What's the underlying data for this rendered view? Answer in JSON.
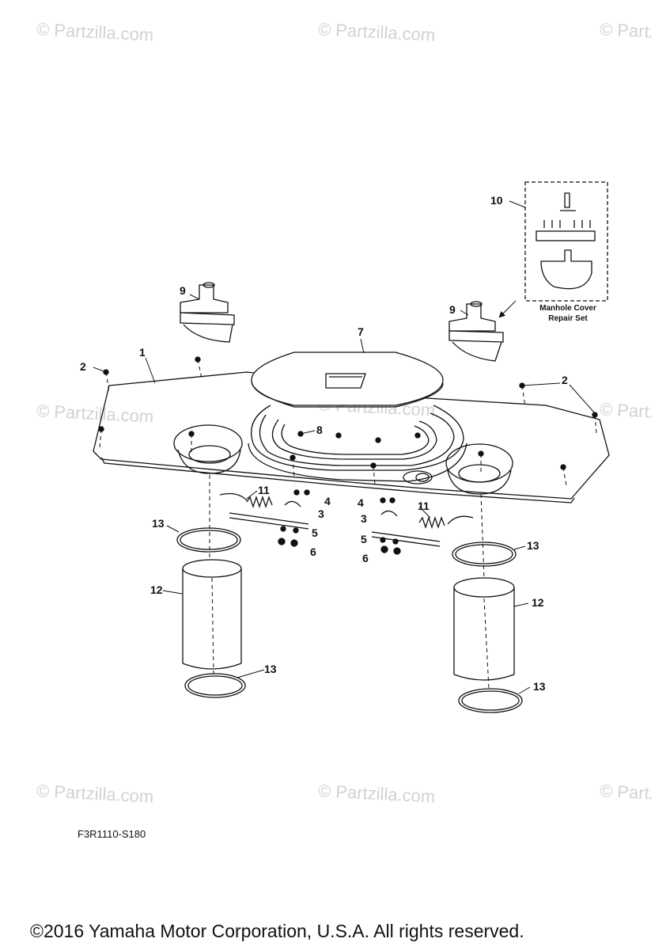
{
  "watermark": "© Partzilla.com",
  "callouts": {
    "c1": "1",
    "c2a": "2",
    "c2b": "2",
    "c3a": "3",
    "c3b": "3",
    "c4a": "4",
    "c4b": "4",
    "c5a": "5",
    "c5b": "5",
    "c6a": "6",
    "c6b": "6",
    "c7": "7",
    "c8": "8",
    "c9a": "9",
    "c9b": "9",
    "c10": "10",
    "c11a": "11",
    "c11b": "11",
    "c12a": "12",
    "c12b": "12",
    "c13a": "13",
    "c13b": "13",
    "c13c": "13",
    "c13d": "13"
  },
  "kit_caption": {
    "line1": "Manhole Cover",
    "line2": "Repair Set"
  },
  "figure_code": "F3R1110-S180",
  "copyright": "©2016  Yamaha Motor Corporation, U.S.A. All rights reserved."
}
